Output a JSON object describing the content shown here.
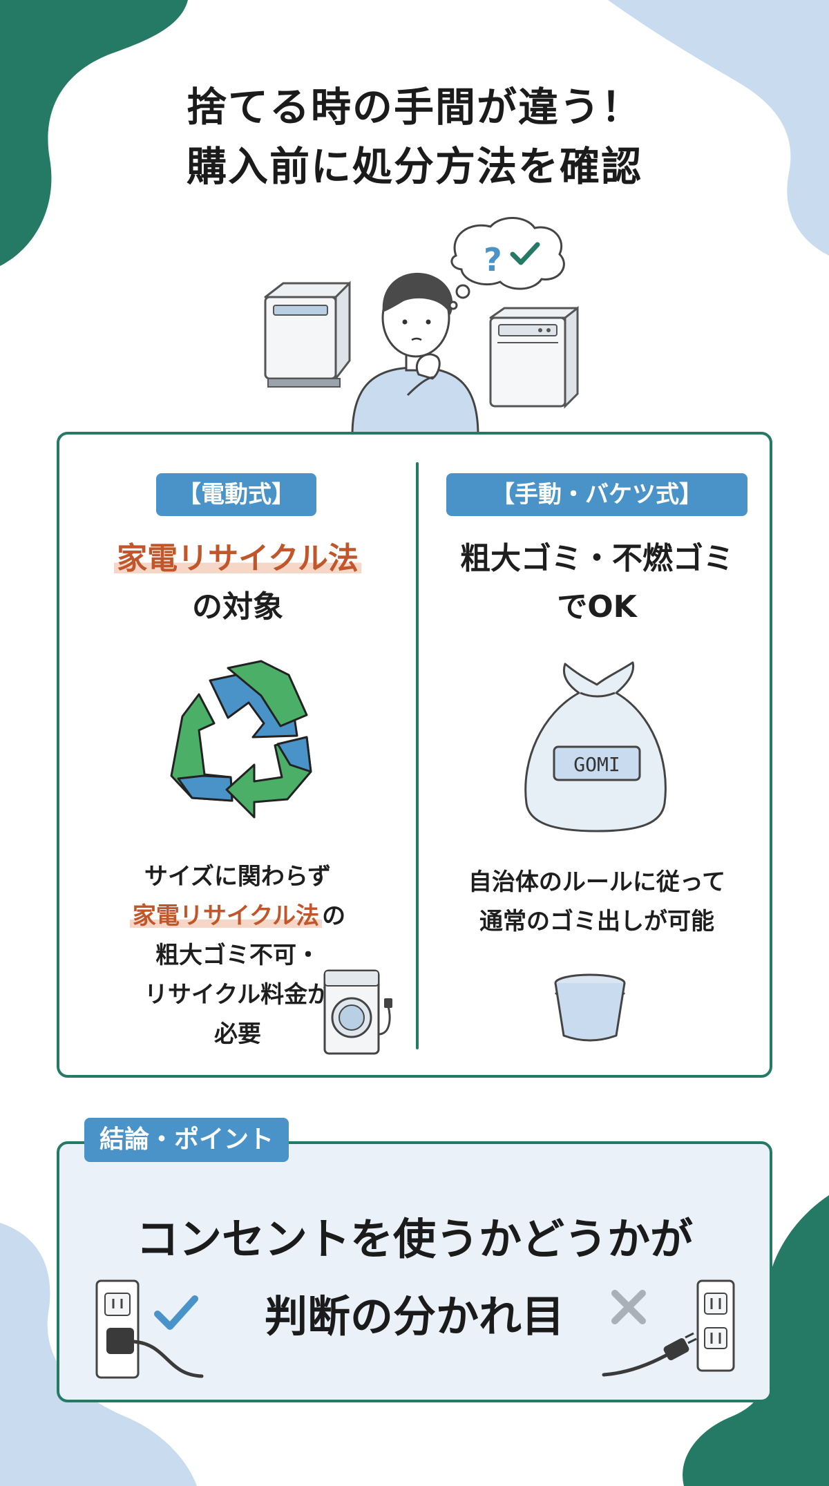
{
  "title": {
    "line1": "捨てる時の手間が違う！",
    "line2": "購入前に処分方法を確認"
  },
  "left": {
    "tag": "【電動式】",
    "headline_marked": "家電リサイクル法",
    "headline_rest": "の対象",
    "body_line1": "サイズに関わらず",
    "body_line2_marked": "家電リサイクル法",
    "body_line2_rest": "の",
    "body_line3": "粗大ゴミ不可・",
    "body_line4": "リサイクル料金が",
    "body_line5": "必要"
  },
  "right": {
    "tag": "【手動・バケツ式】",
    "headline_line1": "粗大ゴミ・不燃ゴミ",
    "headline_line2": "でOK",
    "bag_label": "GOMI",
    "body_line1": "自治体のルールに従って",
    "body_line2": "通常のゴミ出しが可能"
  },
  "conclusion": {
    "tag": "結論・ポイント",
    "line1": "コンセントを使うかどうかが",
    "line2": "判断の分かれ目"
  },
  "icons": {
    "thought_question": "?",
    "left_mark": "check-icon",
    "right_mark": "cross-icon"
  },
  "colors": {
    "green": "#257a66",
    "blue": "#4a93c9",
    "marker": "#c2562b",
    "light_blue": "#c9dcef",
    "panel": "#eaf1f8"
  }
}
